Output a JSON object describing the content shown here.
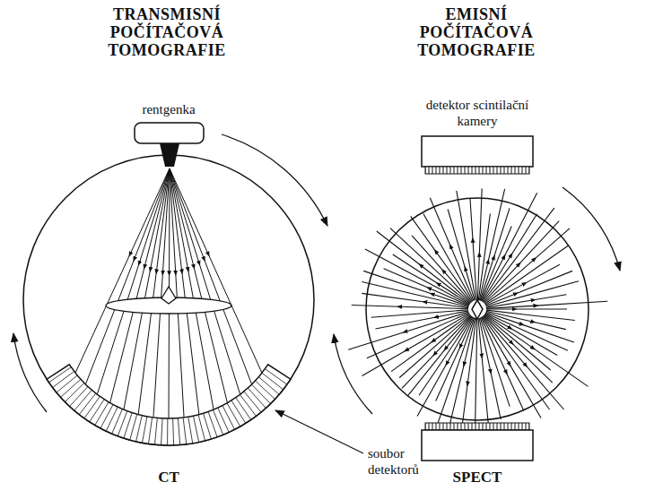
{
  "diagram": {
    "labels": [
      "TRANSMISNÍ POČÍTAČOVÁ TOMOGRAFIE",
      "EMISNÍ POČÍTAČOVÁ TOMOGRAFIE",
      "rentgenka",
      "detektor scintilační kamery",
      "soubor detektorů",
      "CT",
      "SPECT"
    ]
  }
}
